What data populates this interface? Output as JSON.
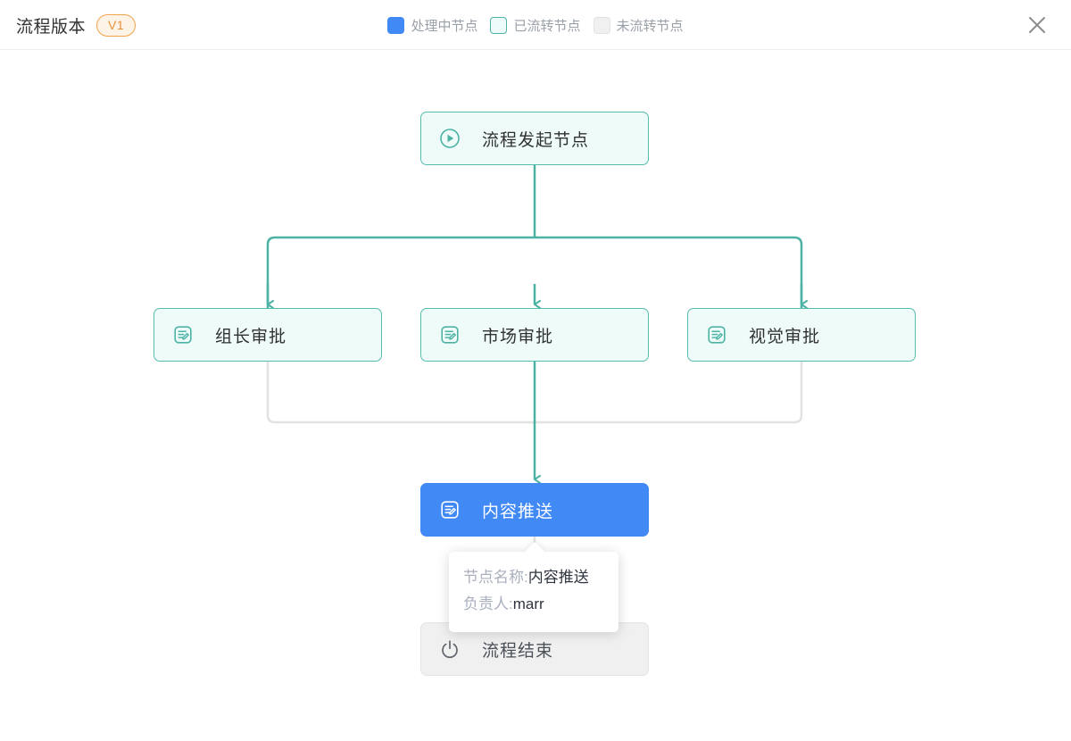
{
  "header": {
    "title": "流程版本",
    "version_badge": "V1",
    "close_icon": "close-icon",
    "legend": [
      {
        "label": "处理中节点",
        "state": "active",
        "color": "#4189f5",
        "swatch_icon": "filled-square-icon"
      },
      {
        "label": "已流转节点",
        "state": "done",
        "color": "#4cb3a4",
        "swatch_icon": "outlined-square-icon"
      },
      {
        "label": "未流转节点",
        "state": "pending",
        "color": "#e2e2e2",
        "swatch_icon": "gray-square-icon"
      }
    ]
  },
  "flow": {
    "nodes": [
      {
        "id": "start",
        "label": "流程发起节点",
        "state": "done",
        "icon": "play-circle-icon"
      },
      {
        "id": "b1",
        "label": "组长审批",
        "state": "done",
        "icon": "form-edit-icon"
      },
      {
        "id": "b2",
        "label": "市场审批",
        "state": "done",
        "icon": "form-edit-icon"
      },
      {
        "id": "b3",
        "label": "视觉审批",
        "state": "done",
        "icon": "form-edit-icon"
      },
      {
        "id": "push",
        "label": "内容推送",
        "state": "active",
        "icon": "form-edit-icon"
      },
      {
        "id": "end",
        "label": "流程结束",
        "state": "pending",
        "icon": "power-icon"
      }
    ],
    "edge_colors": {
      "traversed": "#4cb3a4",
      "untraversed": "#e0e0e0"
    }
  },
  "tooltip": {
    "visible": true,
    "lines": [
      {
        "key": "节点名称:",
        "value": "内容推送"
      },
      {
        "key": "负责人:",
        "value": "marr"
      }
    ]
  }
}
